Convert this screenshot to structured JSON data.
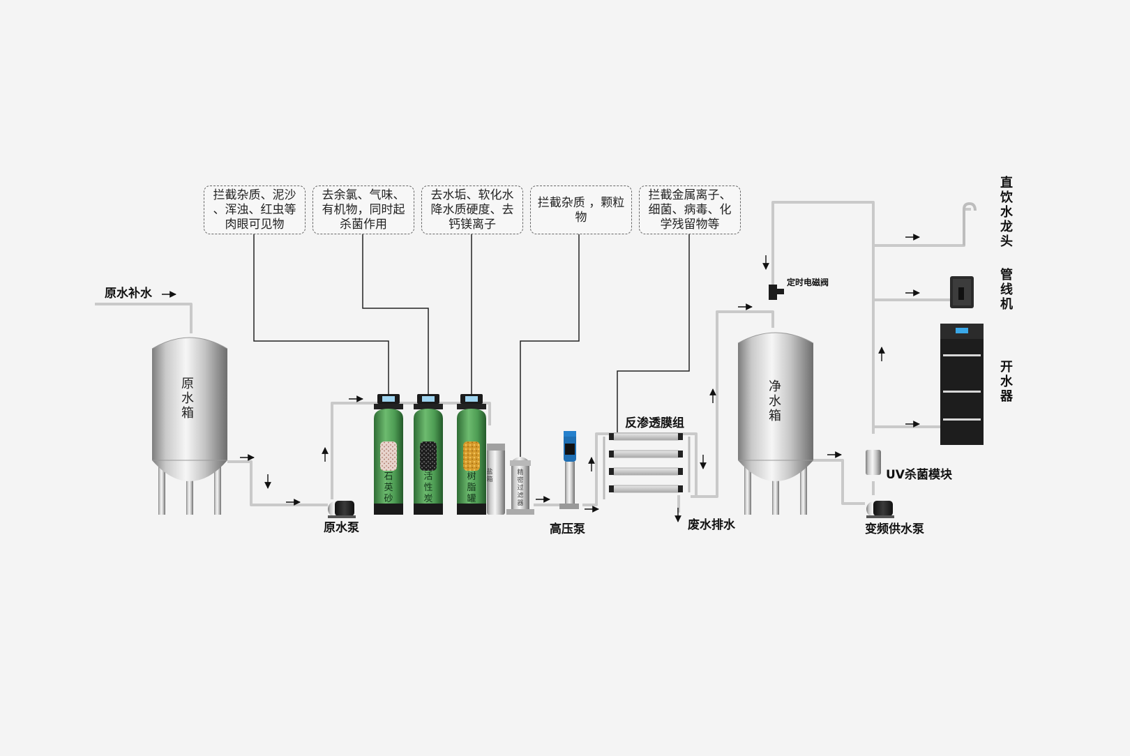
{
  "notes": {
    "quartz": "拦截杂质、泥沙\n、浑浊、红虫等\n肉眼可见物",
    "carbon": "去余氯、气味、\n有机物，同时起\n杀菌作用",
    "resin": "去水垢、软化水\n降水质硬度、去\n钙镁离子",
    "precision": "拦截杂质 ，颗粒\n物",
    "ro": "拦截金属离子、\n细菌、病毒、化\n学残留物等"
  },
  "labels": {
    "raw_water_inlet": "原水补水",
    "raw_tank": "原水箱",
    "raw_pump": "原水泵",
    "quartz_column": "石英砂",
    "carbon_column": "活性炭",
    "resin_column": "树脂罐",
    "salt_box": "盐箱",
    "precision_filter": "精密过滤器",
    "high_pressure_pump": "高压泵",
    "ro_membrane": "反渗透膜组",
    "waste_drain": "废水排水",
    "solenoid_valve": "定时电磁阀",
    "pure_tank": "净水箱",
    "uv_module": "UV杀菌模块",
    "vfd_pump": "变频供水泵",
    "faucet": "直饮水龙头",
    "pipeline_machine": "管线机",
    "boiler": "开水器"
  },
  "colors": {
    "pipe": "#c8c8c8",
    "column_green": "#4c9a52",
    "steel_mid": "#e8e8e8",
    "steel_dark": "#8a8a8a",
    "boiler_body": "#1d1d1d",
    "note_border": "#666666"
  }
}
